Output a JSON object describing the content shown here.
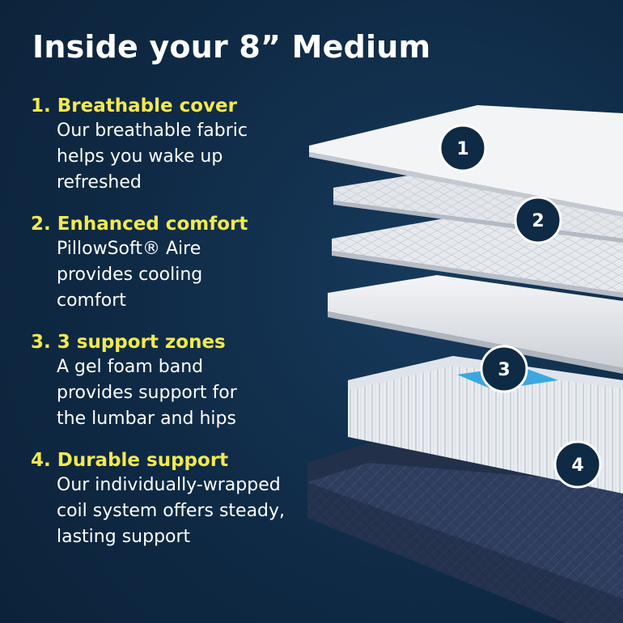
{
  "title": "Inside your 8” Medium",
  "features": [
    {
      "heading": "1. Breathable cover",
      "lines": [
        "Our breathable fabric",
        "helps you wake up",
        "refreshed"
      ]
    },
    {
      "heading": "2. Enhanced comfort",
      "lines": [
        "PillowSoft® Aire",
        "provides cooling",
        "comfort"
      ]
    },
    {
      "heading": "3. 3 support zones",
      "lines": [
        "A gel foam band",
        "provides support for",
        "the lumbar and hips"
      ]
    },
    {
      "heading": "4. Durable support",
      "lines": [
        "Our individually-wrapped",
        "coil system offers steady,",
        "lasting support"
      ]
    }
  ],
  "badges": [
    "1",
    "2",
    "3",
    "4"
  ],
  "colors": {
    "background": "#0f2a45",
    "heading_accent": "#f2e94e",
    "text": "#ffffff",
    "badge_fill": "#0f2a45",
    "gel_band": "#3aa7e0"
  }
}
